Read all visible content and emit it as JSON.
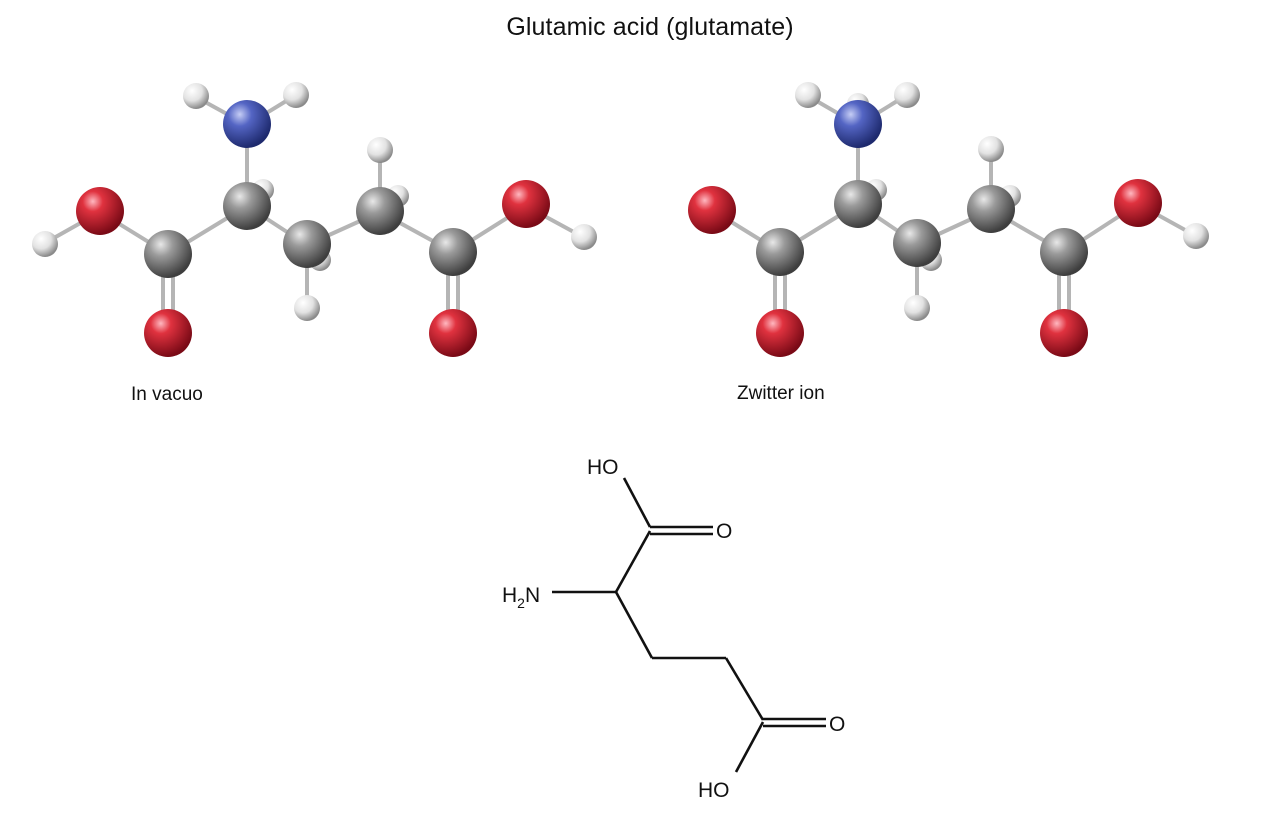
{
  "title": "Glutamic acid (glutamate)",
  "models": [
    {
      "caption": "In vacuo"
    },
    {
      "caption": "Zwitter ion"
    }
  ],
  "skeletal": {
    "top_hydroxyl": "HO",
    "top_oxygen": "O",
    "amine_h": "H",
    "amine_sub": "2",
    "amine_n": "N",
    "bottom_oxygen": "O",
    "bottom_hydroxyl": "HO"
  },
  "colors": {
    "carbon": "#7a7a7a",
    "oxygen": "#d0283c",
    "nitrogen": "#4b5db8",
    "hydrogen": "#eeeeee",
    "bond": "#bdbdbd"
  }
}
